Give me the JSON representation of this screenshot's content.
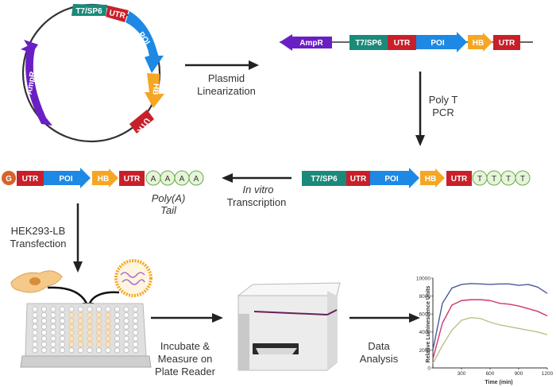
{
  "plasmid": {
    "labels": {
      "t7": "T7/SP6",
      "utr1": "UTR",
      "poi": "POI",
      "hb": "HB",
      "utr2": "UTR",
      "ampr": "AmpR"
    }
  },
  "steps": {
    "linearization": [
      "Plasmid",
      "Linearization"
    ],
    "polyt": [
      "Poly T",
      "PCR"
    ],
    "transcription_italic": "In vitro",
    "transcription": "Transcription",
    "polya": [
      "Poly(A)",
      "Tail"
    ],
    "transfection": [
      "HEK293-LB",
      "Transfection"
    ],
    "incubate": [
      "Incubate &",
      "Measure on",
      "Plate Reader"
    ],
    "analysis": [
      "Data",
      "Analysis"
    ]
  },
  "linear_construct": {
    "ampr": "AmpR",
    "t7": "T7/SP6",
    "utr1": "UTR",
    "poi": "POI",
    "hb": "HB",
    "utr2": "UTR"
  },
  "polyt_construct": {
    "t7": "T7/SP6",
    "utr1": "UTR",
    "poi": "POI",
    "hb": "HB",
    "utr2": "UTR",
    "tails": [
      "T",
      "T",
      "T",
      "T"
    ]
  },
  "mrna": {
    "cap": "G",
    "utr1": "UTR",
    "poi": "POI",
    "hb": "HB",
    "utr2": "UTR",
    "tails": [
      "A",
      "A",
      "A",
      "A"
    ]
  },
  "colors": {
    "t7": "#1a8a7a",
    "utr": "#c8202a",
    "poi": "#1e88e5",
    "hb": "#f5a623",
    "ampr": "#6a1fc4",
    "cap": "#d8622a",
    "tail_fill": "#e6f5d8",
    "tail_stroke": "#6aa84f"
  },
  "chart_data": {
    "type": "line",
    "xlabel": "Time (min)",
    "ylabel": "Relative Luminescence Units",
    "xlim": [
      0,
      1200
    ],
    "ylim": [
      0,
      10000
    ],
    "xticks": [
      "300",
      "600",
      "900",
      "1200"
    ],
    "yticks": [
      "10000",
      "8000",
      "6000",
      "4000",
      "2000",
      "0"
    ],
    "series": [
      {
        "color": "#4a5a9a",
        "x": [
          0,
          100,
          200,
          300,
          400,
          500,
          600,
          700,
          800,
          900,
          1000,
          1100,
          1200
        ],
        "y": [
          2000,
          7200,
          8900,
          9300,
          9400,
          9350,
          9300,
          9350,
          9350,
          9200,
          9300,
          9000,
          8300
        ]
      },
      {
        "color": "#d0356e",
        "x": [
          0,
          100,
          200,
          300,
          400,
          500,
          600,
          700,
          800,
          900,
          1000,
          1100,
          1200
        ],
        "y": [
          1000,
          5000,
          7000,
          7500,
          7600,
          7600,
          7500,
          7200,
          7100,
          6900,
          6600,
          6300,
          5800
        ]
      },
      {
        "color": "#b5c48a",
        "x": [
          0,
          100,
          200,
          300,
          400,
          500,
          600,
          700,
          800,
          900,
          1000,
          1100,
          1200
        ],
        "y": [
          500,
          2500,
          4200,
          5300,
          5600,
          5500,
          5100,
          4800,
          4600,
          4400,
          4200,
          4000,
          3700
        ]
      }
    ]
  }
}
